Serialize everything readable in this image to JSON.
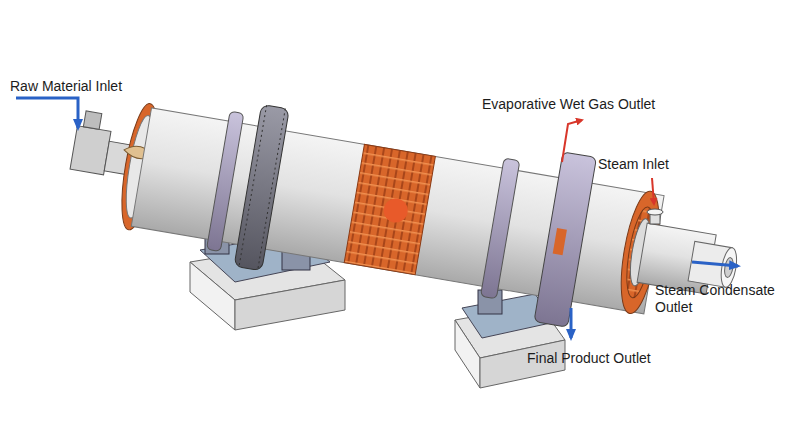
{
  "diagram": {
    "labels": [
      "Raw Material Inlet",
      "Evaporative Wet Gas Outlet",
      "Steam Inlet",
      "Steam Condensate Outlet",
      "Final Product Outlet"
    ]
  }
}
